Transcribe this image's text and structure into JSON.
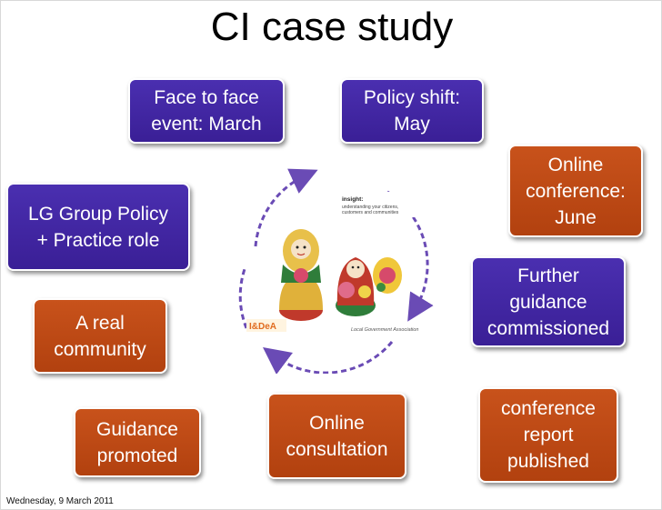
{
  "title": "CI case study",
  "footer_date": "Wednesday, 9 March 2011",
  "boxes": {
    "face_to_face": "Face to face\nevent: March",
    "policy_shift": "Policy shift:\nMay",
    "online_conference": "Online\nconference:\nJune",
    "further_guidance": "Further\nguidance\ncommissioned",
    "conference_report": "conference\nreport\npublished",
    "online_consultation": "Online\nconsultation",
    "guidance_promoted": "Guidance\npromoted",
    "real_community": "A real\ncommunity",
    "lg_group": "LG Group Policy\n+ Practice role"
  },
  "center_image": {
    "insight_title": "insight:",
    "insight_sub1": "understanding your citizens,",
    "insight_sub2": "customers and communities",
    "idea_logo": "I&DeA",
    "lga_logo": "Local Government Association"
  },
  "colors": {
    "purple": "#4a2fb0",
    "orange": "#c8521b",
    "arrow": "#6a4bb5"
  }
}
